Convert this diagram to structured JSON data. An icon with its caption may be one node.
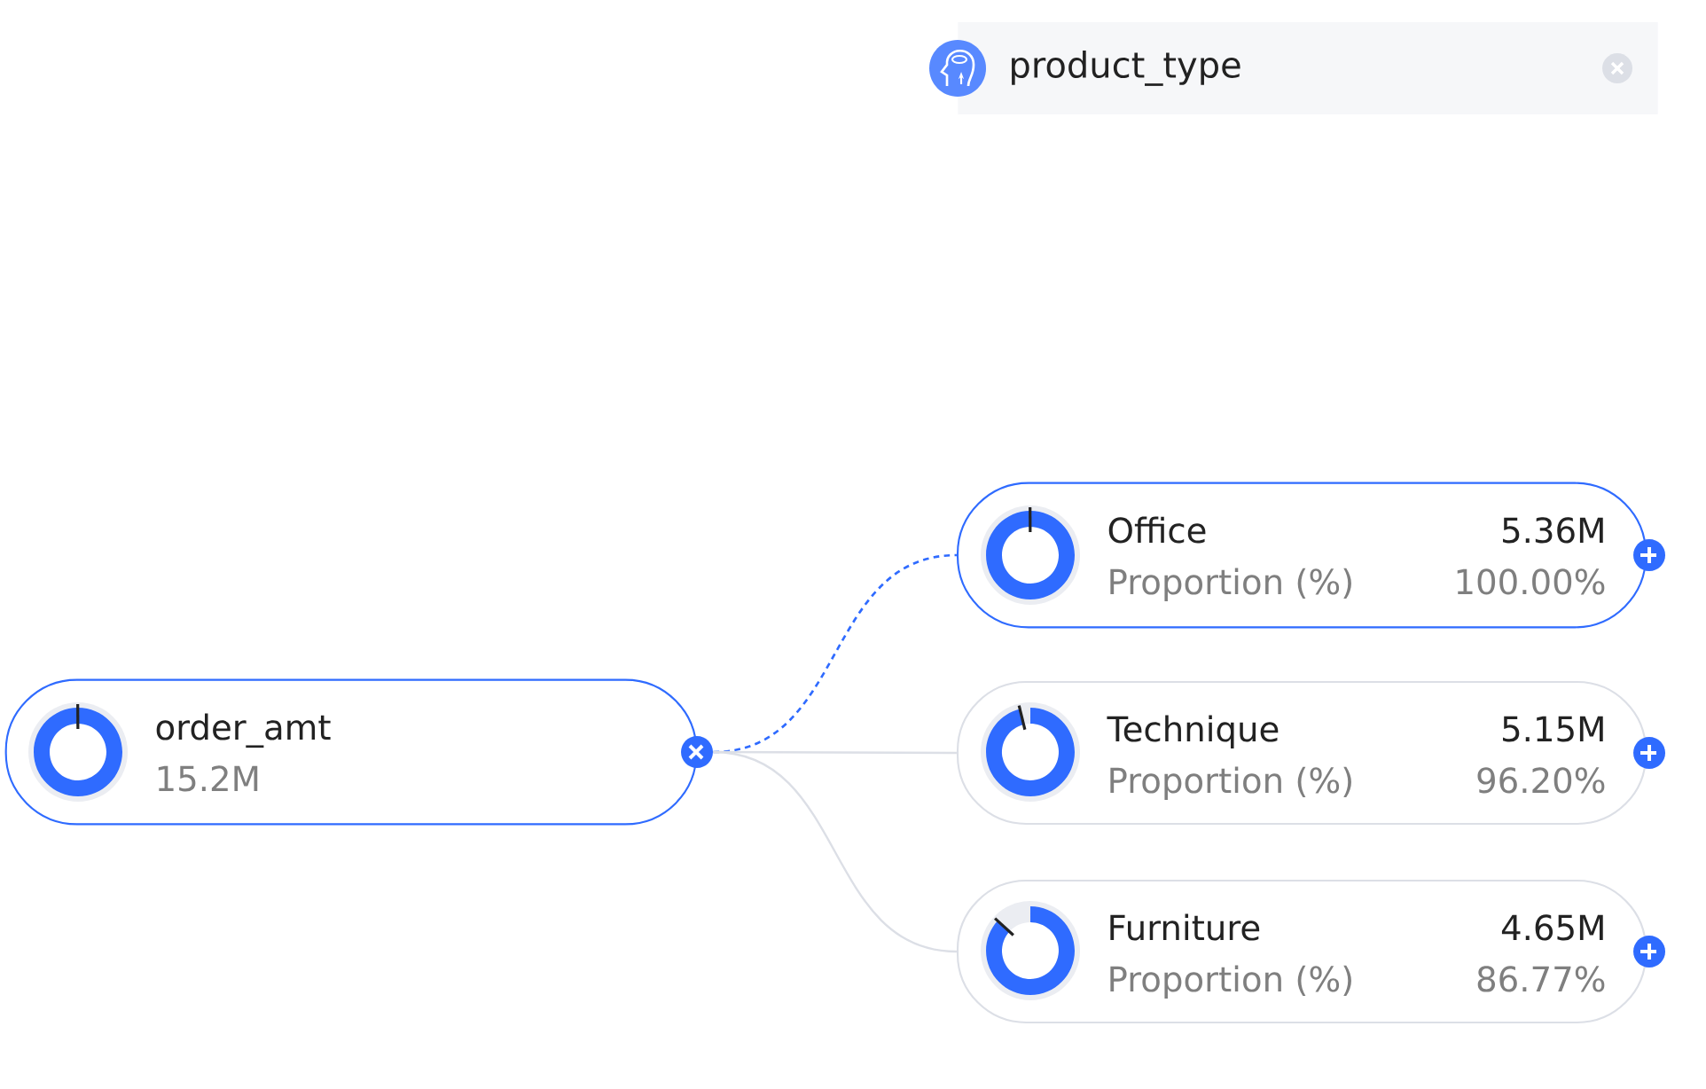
{
  "diagram": {
    "nodes": [
      {
        "text": [
          "product_type"
        ]
      },
      {
        "text": [
          "order_amt",
          "15.2M"
        ]
      },
      {
        "text": [
          "Office",
          "5.36M",
          "Proportion (%)",
          "100.00%"
        ]
      },
      {
        "text": [
          "Technique",
          "5.15M",
          "Proportion (%)",
          "96.20%"
        ]
      },
      {
        "text": [
          "Furniture",
          "4.65M",
          "Proportion (%)",
          "86.77%"
        ]
      }
    ],
    "edges": [
      {
        "from": 1,
        "to": 2,
        "arrow": "none",
        "style": "dashed",
        "color": "#2f6bff"
      },
      {
        "from": 1,
        "to": 3,
        "arrow": "none"
      },
      {
        "from": 1,
        "to": 4,
        "arrow": "none"
      }
    ]
  }
}
